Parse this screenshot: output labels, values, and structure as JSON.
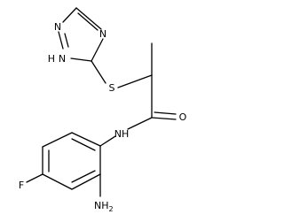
{
  "molecule": {
    "atoms": {
      "n_triazole_top": "N",
      "n_triazole_left": "N",
      "nh_triazole": "NH",
      "h_triazole": "H",
      "sulfur": "S",
      "oxygen": "O",
      "nh_amide": "NH",
      "fluorine": "F",
      "amine": "NH",
      "amine_sub": "2"
    }
  }
}
